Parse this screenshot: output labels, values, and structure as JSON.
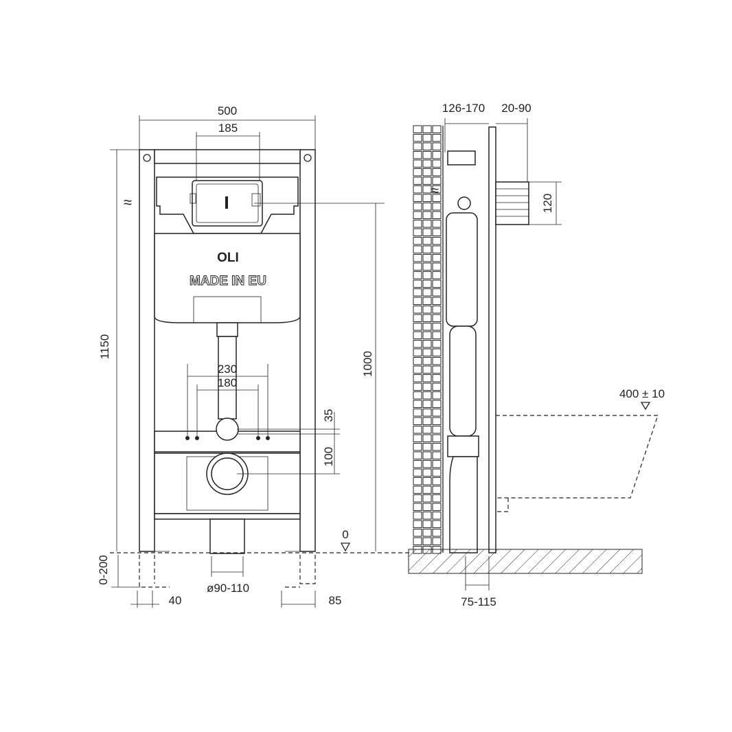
{
  "brand": {
    "logo": "OLI",
    "tank_text": "MADE IN EU"
  },
  "dimensions": {
    "width": "500",
    "plate_width": "185",
    "total_height": "1150",
    "flush_height": "1000",
    "bolt_outer": "230",
    "bolt_inner": "180",
    "inlet_offset": "35",
    "outlet_offset": "100",
    "floor_level": "0",
    "leg_extension": "0-200",
    "foot_width": "40",
    "pipe_diameter": "ø90-110",
    "foot_offset": "85",
    "frame_depth": "126-170",
    "wall_depth": "20-90",
    "flush_box_height": "120",
    "seat_height": "400 ± 10",
    "outlet_depth": "75-115"
  },
  "symbols": {
    "water_inlet": "≈"
  },
  "colors": {
    "line": "#222222",
    "background": "#ffffff"
  }
}
